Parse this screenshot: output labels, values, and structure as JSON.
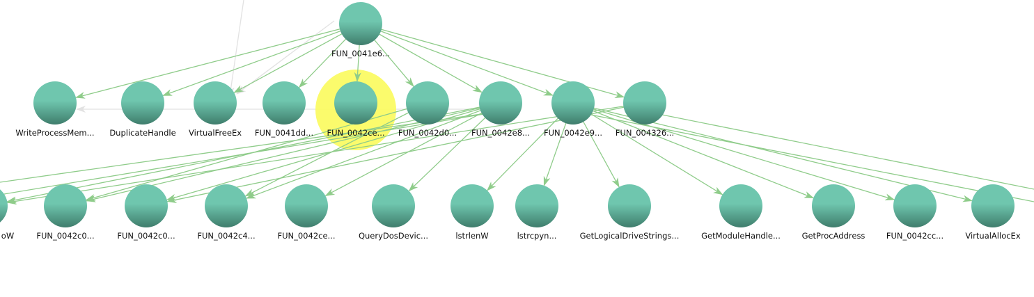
{
  "graph": {
    "colors": {
      "node_top": "#6fc6ae",
      "node_bottom": "#3f7d6c",
      "edge": "#8fcc8a",
      "edge_gray": "#e2e2e2",
      "highlight": "#fbfb5c"
    },
    "nodes": [
      {
        "id": "top",
        "label": "FUN_0041e6..."
      },
      {
        "id": "r2_0",
        "label": "WriteProcessMem..."
      },
      {
        "id": "r2_1",
        "label": "DuplicateHandle"
      },
      {
        "id": "r2_2",
        "label": "VirtualFreeEx"
      },
      {
        "id": "r2_3",
        "label": "FUN_0041dd..."
      },
      {
        "id": "r2_4",
        "label": "FUN_0042ce...",
        "highlighted": true
      },
      {
        "id": "r2_5",
        "label": "FUN_0042d0..."
      },
      {
        "id": "r2_6",
        "label": "FUN_0042e8..."
      },
      {
        "id": "r2_7",
        "label": "FUN_0042e9..."
      },
      {
        "id": "r2_8",
        "label": "FUN_004326..."
      },
      {
        "id": "r3_0",
        "label": "oW"
      },
      {
        "id": "r3_1",
        "label": "FUN_0042c0..."
      },
      {
        "id": "r3_2",
        "label": "FUN_0042c0..."
      },
      {
        "id": "r3_3",
        "label": "FUN_0042c4..."
      },
      {
        "id": "r3_4",
        "label": "FUN_0042ce..."
      },
      {
        "id": "r3_5",
        "label": "QueryDosDevic..."
      },
      {
        "id": "r3_6",
        "label": "lstrlenW"
      },
      {
        "id": "r3_7",
        "label": "lstrcpyn..."
      },
      {
        "id": "r3_8",
        "label": "GetLogicalDriveStrings..."
      },
      {
        "id": "r3_9",
        "label": "GetModuleHandle..."
      },
      {
        "id": "r3_10",
        "label": "GetProcAddress"
      },
      {
        "id": "r3_11",
        "label": "FUN_0042cc..."
      },
      {
        "id": "r3_12",
        "label": "VirtualAllocEx"
      }
    ],
    "edges": [
      [
        "top",
        "r2_0"
      ],
      [
        "top",
        "r2_1"
      ],
      [
        "top",
        "r2_2"
      ],
      [
        "top",
        "r2_3"
      ],
      [
        "top",
        "r2_4"
      ],
      [
        "top",
        "r2_5"
      ],
      [
        "top",
        "r2_6"
      ],
      [
        "top",
        "r2_7"
      ],
      [
        "top",
        "r2_8"
      ],
      [
        "r2_6",
        "r3_0"
      ],
      [
        "r2_6",
        "r3_1"
      ],
      [
        "r2_6",
        "r3_2"
      ],
      [
        "r2_6",
        "r3_3"
      ],
      [
        "r2_6",
        "r3_4"
      ],
      [
        "r2_6",
        "r3_5"
      ],
      [
        "r2_7",
        "r3_6"
      ],
      [
        "r2_7",
        "r3_7"
      ],
      [
        "r2_7",
        "r3_8"
      ],
      [
        "r2_7",
        "r3_9"
      ],
      [
        "r2_7",
        "r3_10"
      ],
      [
        "r2_7",
        "r3_11"
      ],
      [
        "r2_7",
        "r3_12"
      ],
      [
        "r2_8",
        "r3_0"
      ],
      [
        "r2_8",
        "r3_2"
      ],
      [
        "r2_5",
        "r3_1"
      ],
      [
        "r2_5",
        "r3_3"
      ]
    ]
  }
}
